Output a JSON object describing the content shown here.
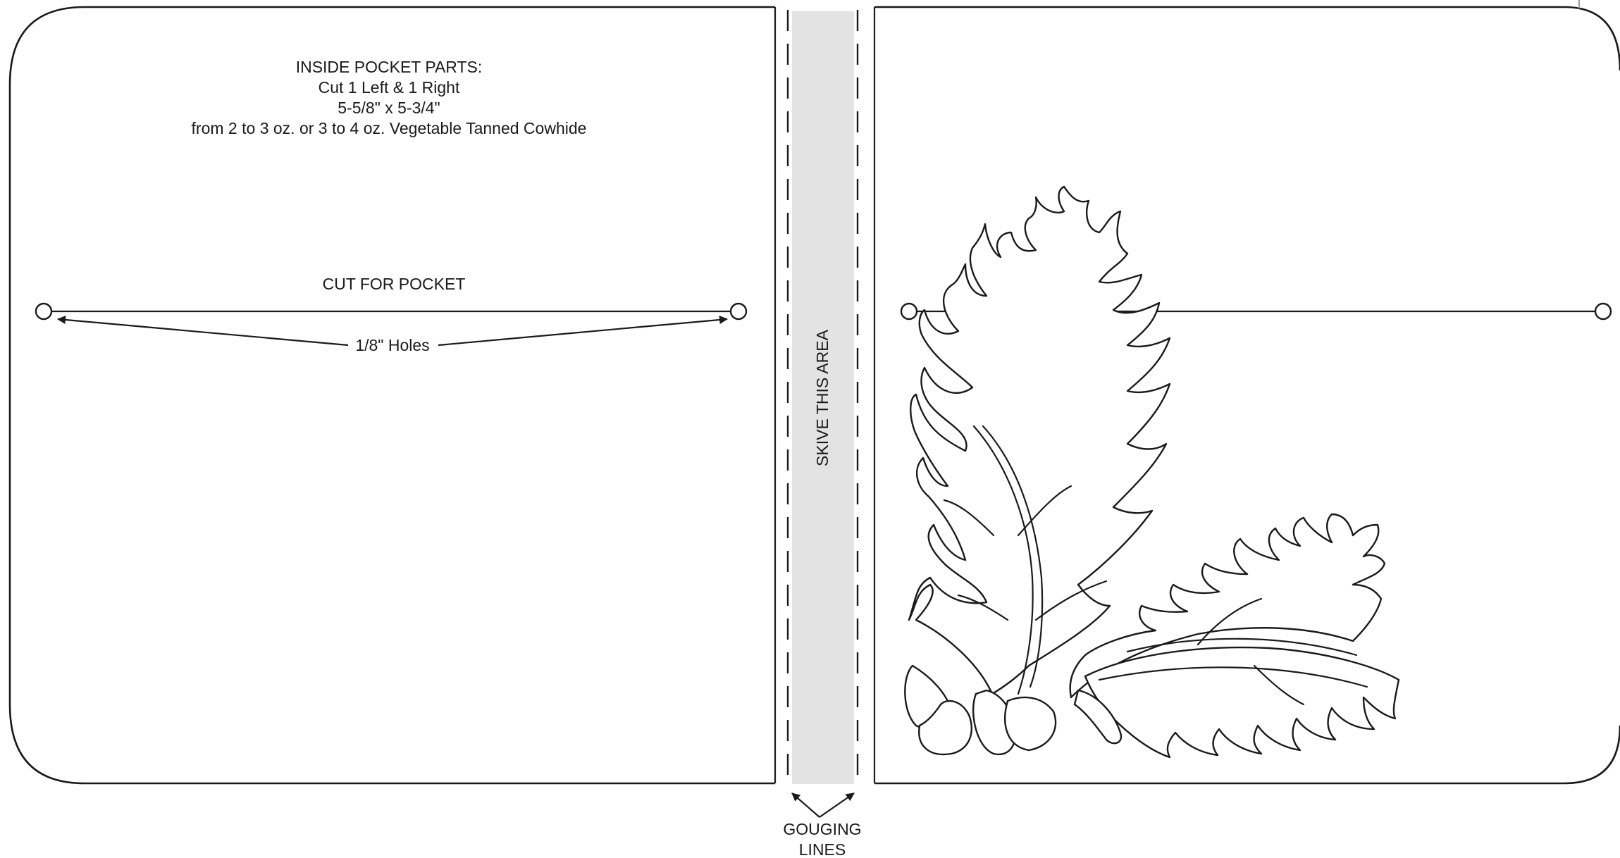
{
  "pattern": {
    "parts_title": "INSIDE POCKET PARTS:",
    "parts_lines": [
      "Cut 1 Left & 1 Right",
      "5-5/8\" x 5-3/4\"",
      "from 2 to 3 oz. or 3 to 4 oz. Vegetable Tanned Cowhide"
    ],
    "cut_label": "CUT FOR POCKET",
    "holes_label": "1/8\" Holes",
    "skive_label": "SKIVE THIS AREA",
    "gouging_label": [
      "GOUGING",
      "LINES"
    ],
    "skive_fill_color": "#e3e3e3",
    "line_color": "#1a1a1a",
    "ornament": "oak-leaf-and-acorn-motif"
  }
}
